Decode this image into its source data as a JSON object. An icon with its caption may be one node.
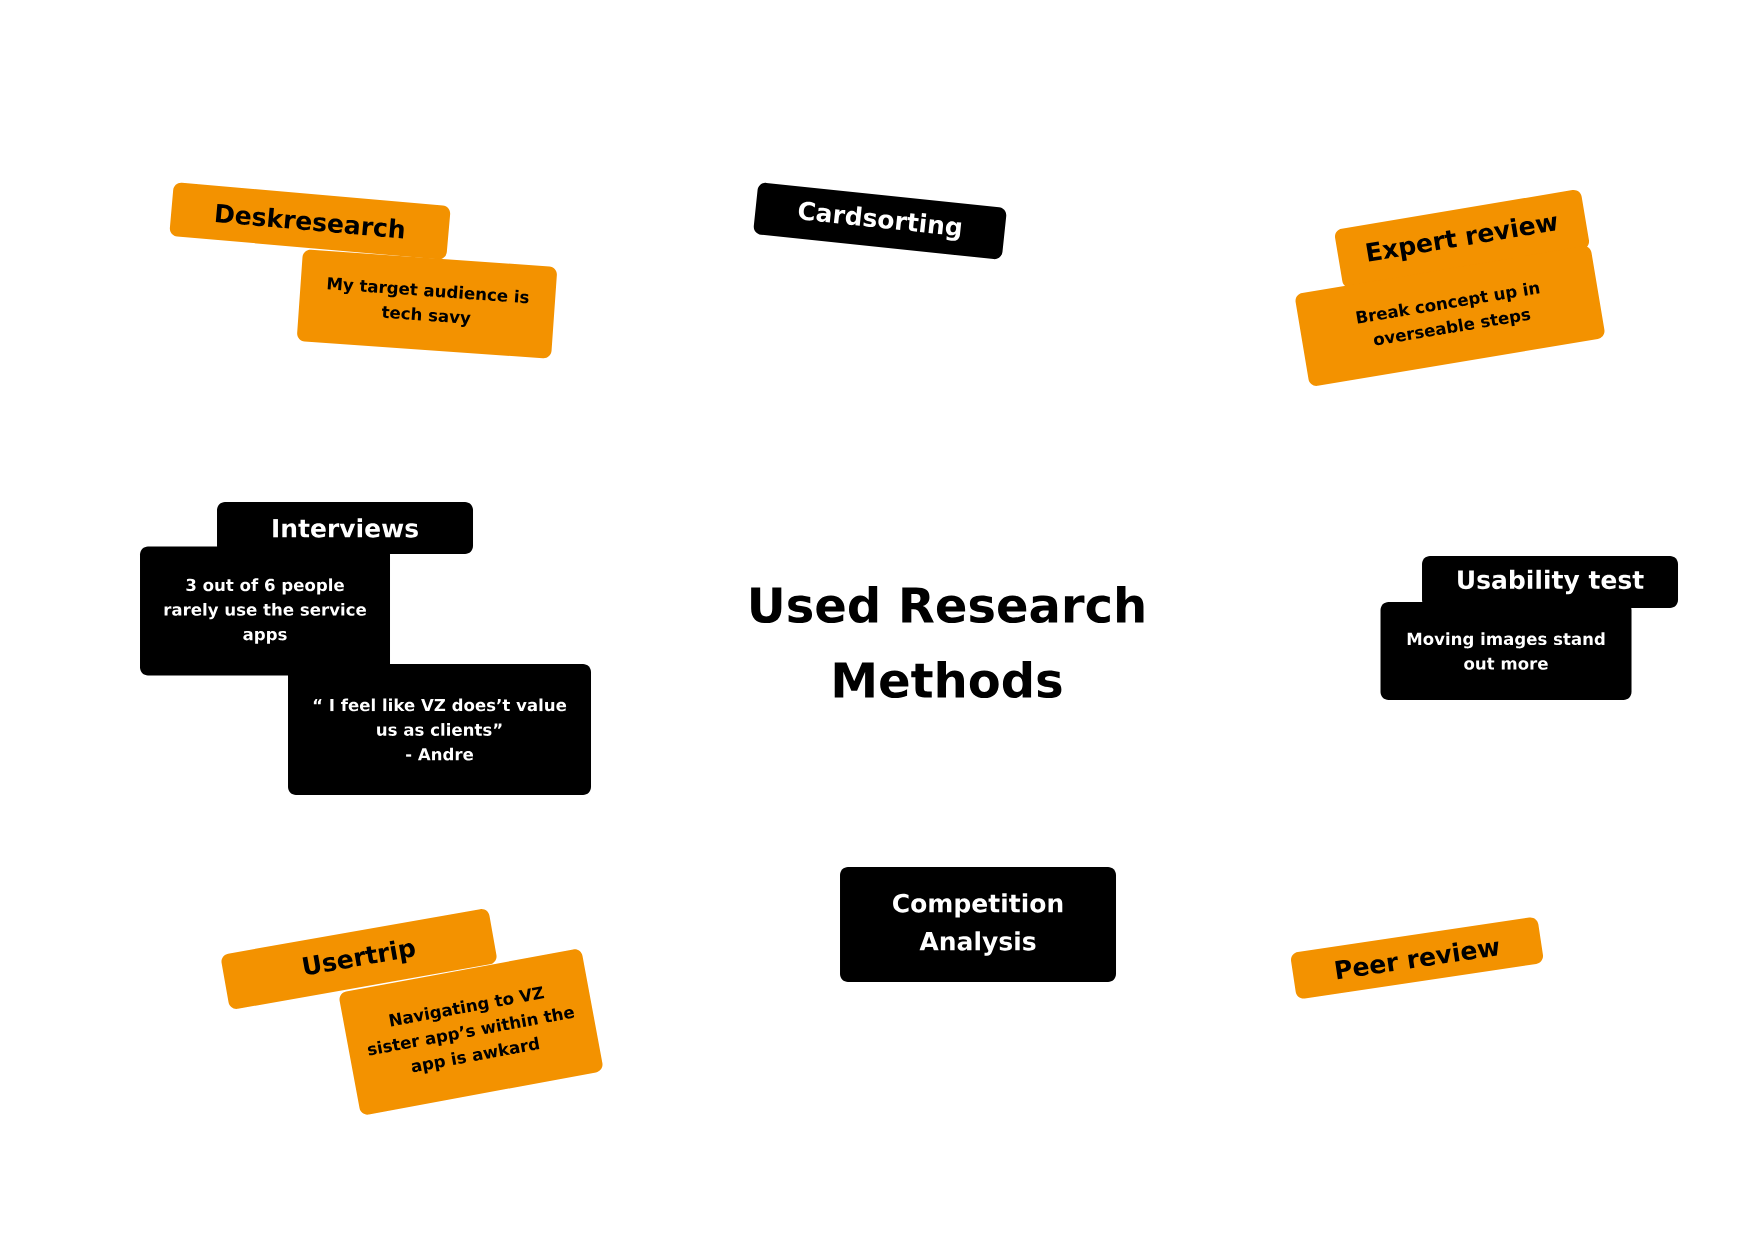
{
  "diagram": {
    "title": "Used Research Methods",
    "nodes": [
      {
        "text": [
          "Deskresearch"
        ]
      },
      {
        "text": [
          "My target audience is tech savy"
        ]
      },
      {
        "text": [
          "Cardsorting"
        ]
      },
      {
        "text": [
          "Expert review"
        ]
      },
      {
        "text": [
          "Break concept up in overseable steps"
        ]
      },
      {
        "text": [
          "Interviews"
        ]
      },
      {
        "text": [
          "3 out of 6 people rarely use the service apps"
        ]
      },
      {
        "text": [
          "“ I feel like VZ does’t value us as clients”",
          "- Andre"
        ]
      },
      {
        "text": [
          "Usability test"
        ]
      },
      {
        "text": [
          "Moving images stand out more"
        ]
      },
      {
        "text": [
          "Usertrip"
        ]
      },
      {
        "text": [
          "Navigating to VZ sister app’s within the app is awkard"
        ]
      },
      {
        "text": [
          "Competition Analysis"
        ]
      },
      {
        "text": [
          "Peer review"
        ]
      }
    ]
  }
}
